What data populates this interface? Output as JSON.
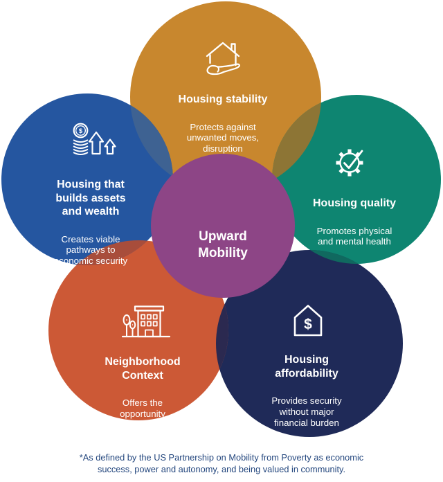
{
  "center": {
    "label": "Upward\nMobility",
    "color": "#8D4586"
  },
  "circles": [
    {
      "id": "housing-stability",
      "title": "Housing stability",
      "body": "Protects against\nunwanted moves,\ndisruption",
      "color": "#C8872E",
      "icon": "house-in-hand-icon"
    },
    {
      "id": "housing-quality",
      "title": "Housing quality",
      "body": "Promotes physical\nand mental health",
      "color": "#0E8571",
      "icon": "gear-checkmark-icon"
    },
    {
      "id": "housing-affordability",
      "title": "Housing\naffordability",
      "body": "Provides security\nwithout major\nfinancial burden",
      "color": "#1F2A58",
      "icon": "house-dollar-icon"
    },
    {
      "id": "neighborhood-context",
      "title": "Neighborhood\nContext",
      "body": "Offers the\nopportunity\nto thrive",
      "color": "#CC5936",
      "icon": "building-trees-icon"
    },
    {
      "id": "housing-assets-wealth",
      "title": "Housing that\nbuilds assets\nand wealth",
      "body": "Creates viable\npathways to\neconomic security",
      "color": "#2556A0",
      "icon": "coins-growth-arrows-icon"
    }
  ],
  "overlaps": {
    "blue_gold": "#3E6292",
    "gold_teal": "#8D7535",
    "teal_navy": "#10695F",
    "navy_orange": "#2B2950",
    "orange_blue": "#A84D3B"
  },
  "icons": {
    "dollar_symbol": "$"
  },
  "footnote": {
    "text": "*As defined by the US Partnership on Mobility from Poverty as economic\nsuccess, power and autonomy, and being valued in community.",
    "color": "#24477E"
  }
}
